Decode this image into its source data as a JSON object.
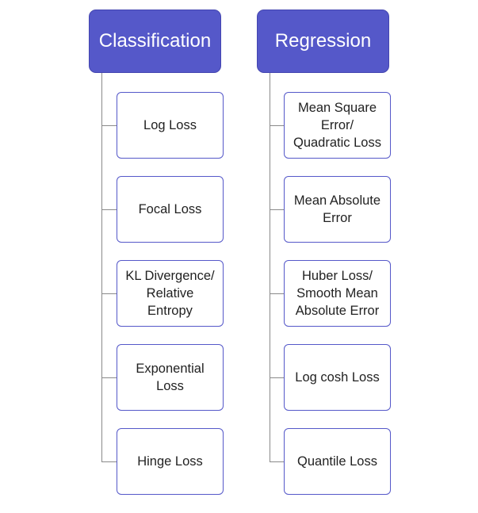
{
  "diagram": {
    "columns": [
      {
        "title": "Classification",
        "items": [
          "Log Loss",
          "Focal Loss",
          "KL Divergence/\nRelative\nEntropy",
          "Exponential\nLoss",
          "Hinge Loss"
        ]
      },
      {
        "title": "Regression",
        "items": [
          "Mean Square\nError/\nQuadratic Loss",
          "Mean Absolute\nError",
          "Huber Loss/\nSmooth Mean\nAbsolute Error",
          "Log cosh Loss",
          "Quantile Loss"
        ]
      }
    ],
    "colors": {
      "header_fill": "#5558c9",
      "leaf_border": "#5558c9",
      "connector": "#8a8a8a"
    }
  }
}
